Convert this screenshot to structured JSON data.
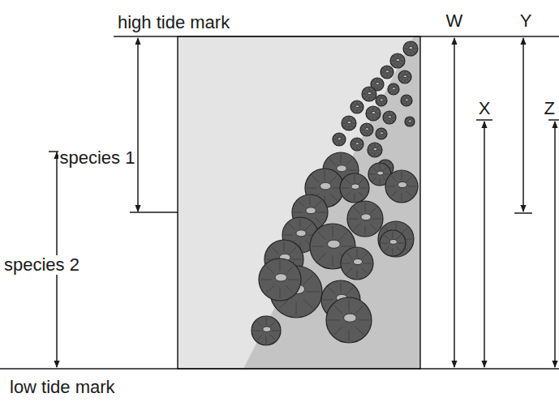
{
  "diagram": {
    "labels": [
      "high tide mark",
      "low tide mark",
      "species 1",
      "species 2",
      "W",
      "X",
      "Y",
      "Z"
    ]
  }
}
